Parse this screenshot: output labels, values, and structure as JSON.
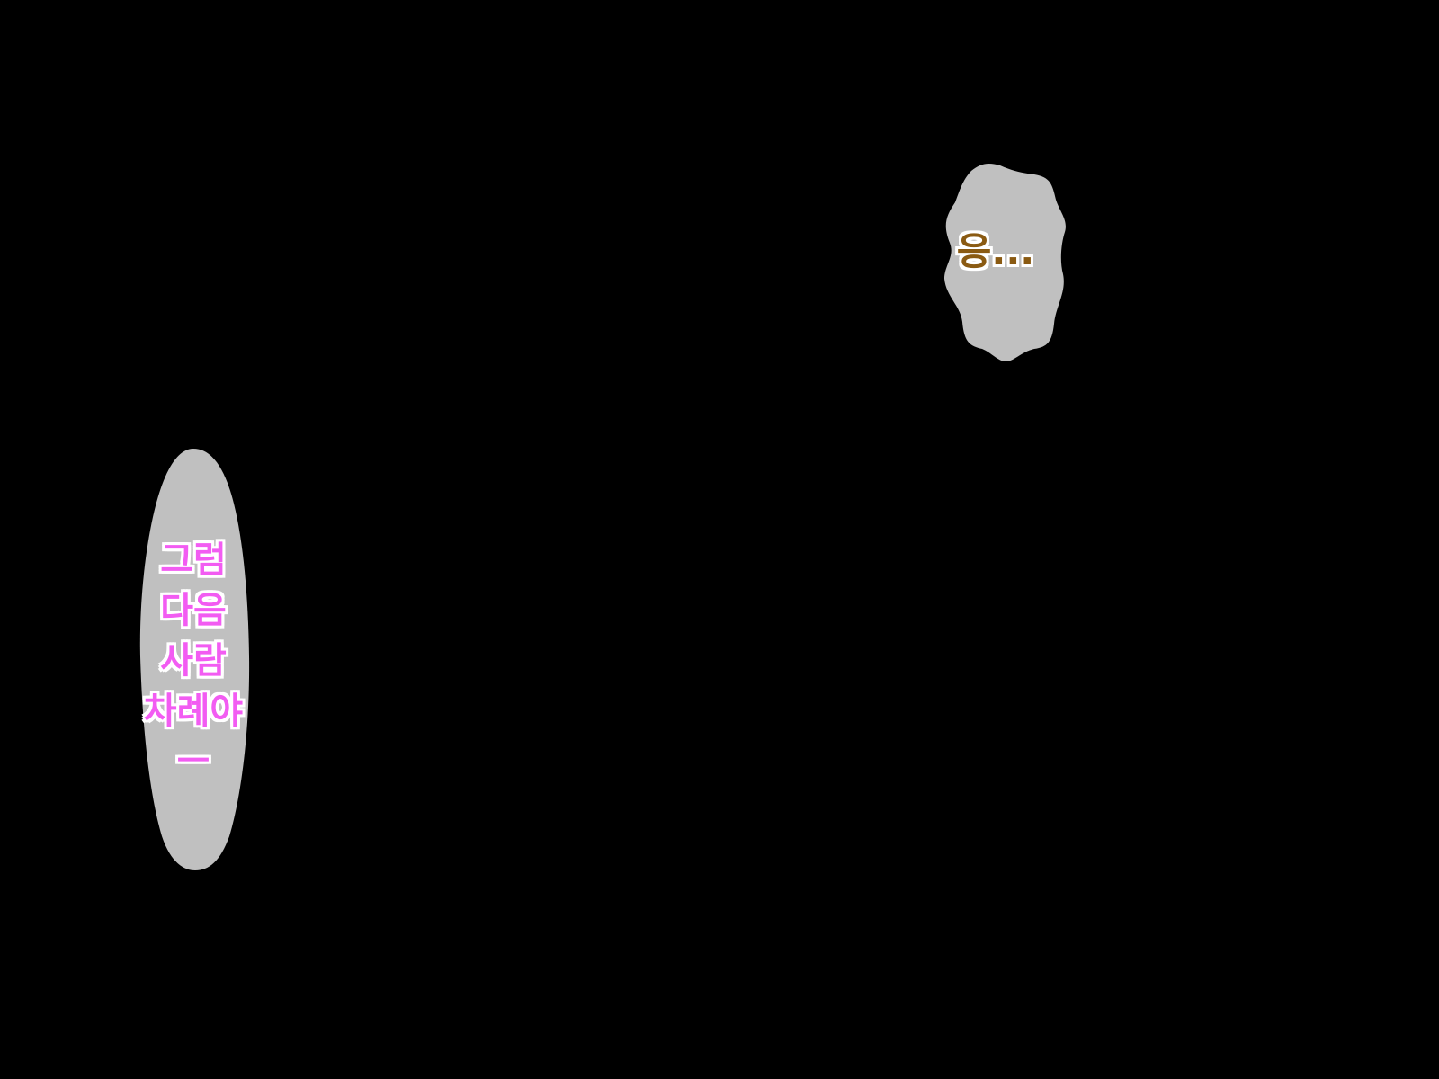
{
  "scene": {
    "background_color": "#000000",
    "bubble_color": "#c0c0c0"
  },
  "bubble_right": {
    "text": "응...",
    "text_color": "#8a5a12"
  },
  "bubble_left": {
    "lines": [
      "그럼",
      "다음",
      "사람",
      "차례야",
      "ㅡ"
    ],
    "text_color": "#f25cf2"
  }
}
